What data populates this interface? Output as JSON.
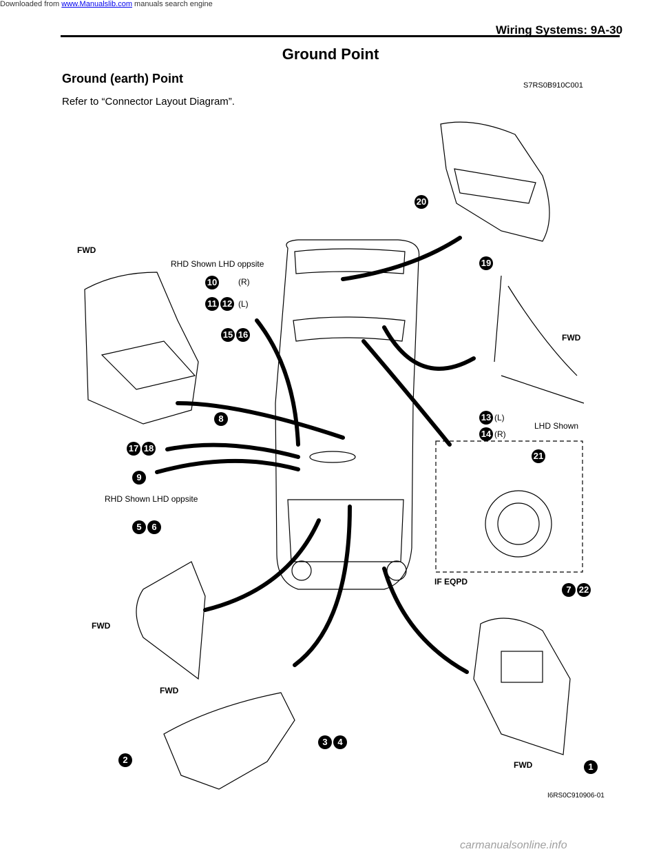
{
  "topline": {
    "prefix": "Downloaded from ",
    "link_text": "www.Manualslib.com",
    "suffix": "  manuals search engine"
  },
  "header": {
    "text": "Wiring Systems:    9A-30"
  },
  "title": "Ground Point",
  "subheading": "Ground (earth) Point",
  "section_code": "S7RS0B910C001",
  "reference_text": "Refer to “Connector Layout Diagram”.",
  "diagram": {
    "labels": {
      "fwd": "FWD",
      "rhd_note": "RHD Shown LHD oppsite",
      "lhd_shown": "LHD Shown",
      "if_eqpd": "IF EQPD",
      "r": "(R)",
      "l": "(L)"
    },
    "badges": {
      "b10": [
        "10"
      ],
      "b1112": [
        "11",
        "12"
      ],
      "b1516": [
        "15",
        "16"
      ],
      "b8": [
        "8"
      ],
      "b1718": [
        "17",
        "18"
      ],
      "b9": [
        "9"
      ],
      "b20": [
        "20"
      ],
      "b19": [
        "19"
      ],
      "b13": [
        "13"
      ],
      "b14": [
        "14"
      ],
      "b21": [
        "21"
      ],
      "b56": [
        "5",
        "6"
      ],
      "b722": [
        "7",
        "22"
      ],
      "b34": [
        "3",
        "4"
      ],
      "b2": [
        "2"
      ],
      "b1": [
        "1"
      ]
    },
    "figure_code": "I6RS0C910906-01"
  },
  "watermark": "carmanualsonline.info"
}
